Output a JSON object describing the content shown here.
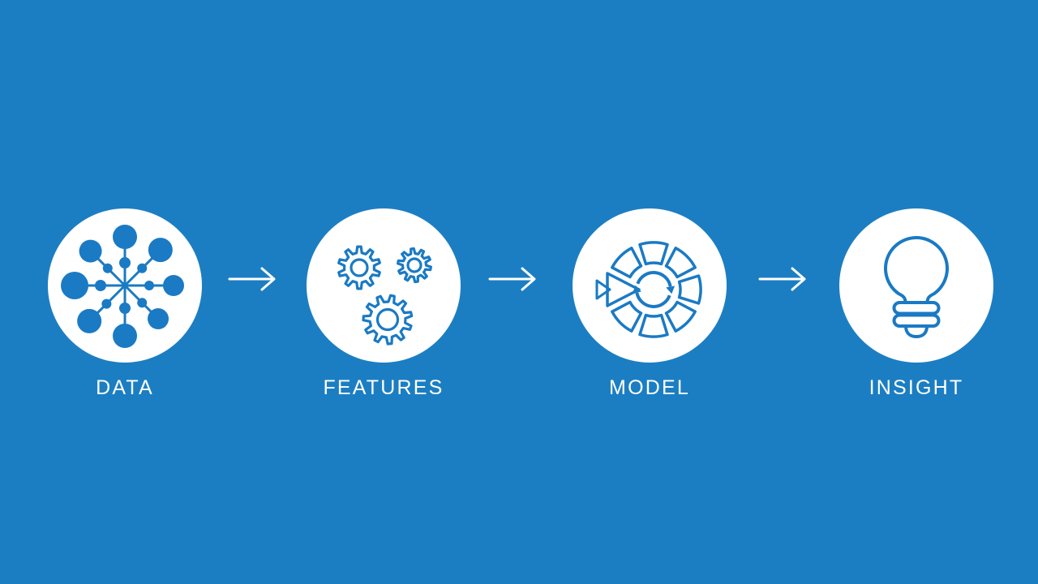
{
  "slide": {
    "name": "data-to-insight-pipeline",
    "steps": [
      {
        "label": "DATA",
        "icon": "data-network-icon"
      },
      {
        "label": "FEATURES",
        "icon": "gears-icon"
      },
      {
        "label": "MODEL",
        "icon": "model-cycle-icon"
      },
      {
        "label": "INSIGHT",
        "icon": "lightbulb-icon"
      }
    ],
    "connector": "arrow-right-icon"
  },
  "colors": {
    "background": "#1c7ec2",
    "circle": "#ffffff",
    "icon": "#1a7ac4",
    "text": "#ffffff",
    "arrow": "#ffffff"
  }
}
